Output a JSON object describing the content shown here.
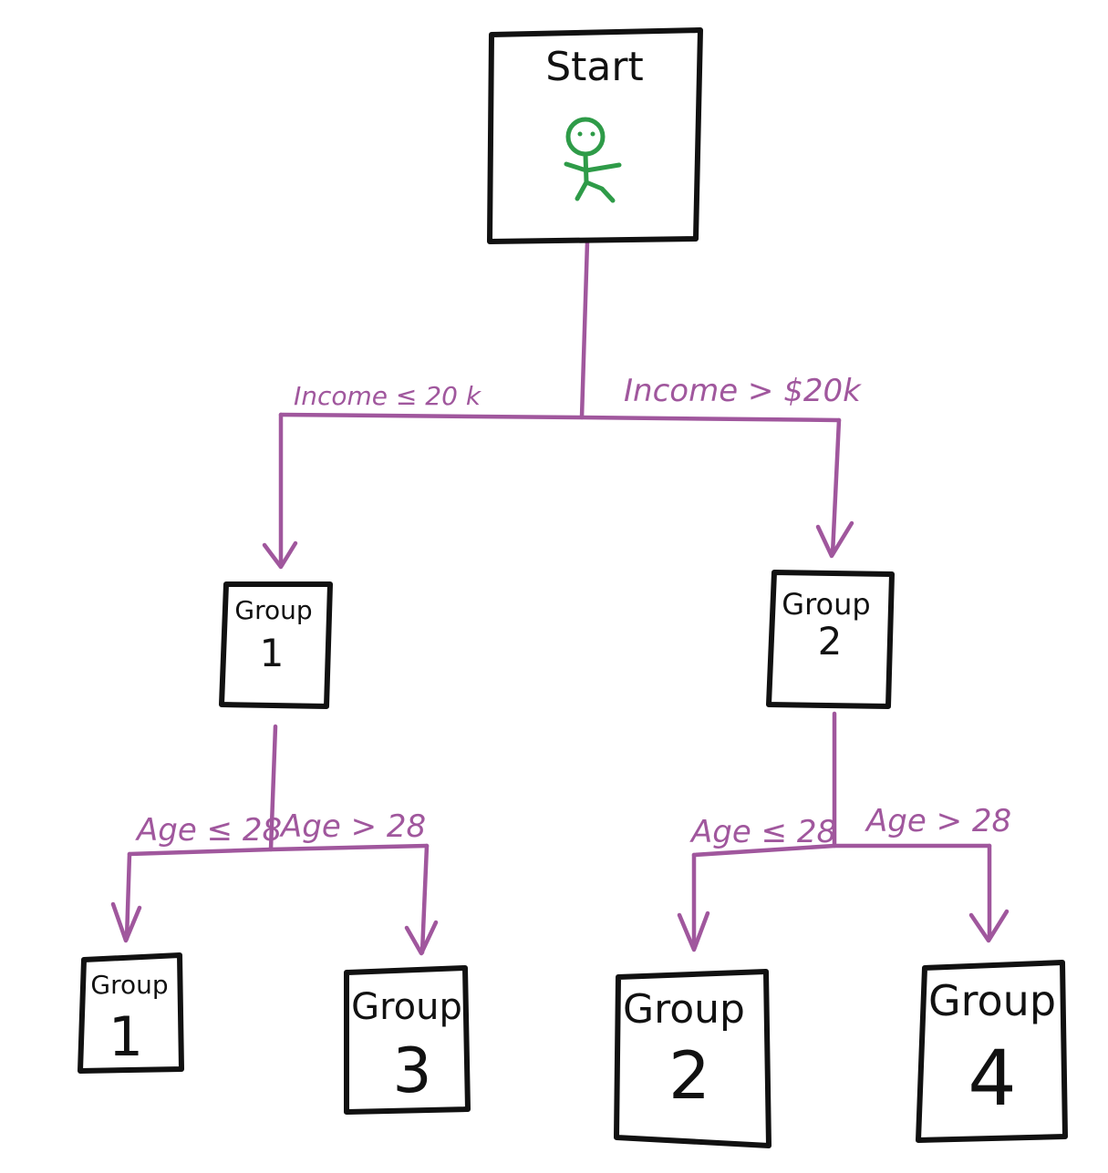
{
  "colors": {
    "edge": "#a0579d",
    "box": "#111111",
    "figure": "#2e9b48"
  },
  "root": {
    "label": "Start",
    "icon": "person-icon"
  },
  "split_1": {
    "left_label": "Income ≤ 20 k",
    "right_label": "Income > $20k"
  },
  "level_1": {
    "left": {
      "word": "Group",
      "number": "1"
    },
    "right": {
      "word": "Group",
      "number": "2"
    }
  },
  "split_2_left": {
    "left_label": "Age ≤ 28",
    "right_label": "Age > 28"
  },
  "split_2_right": {
    "left_label": "Age ≤ 28",
    "right_label": "Age > 28"
  },
  "leaves": [
    {
      "word": "Group",
      "number": "1"
    },
    {
      "word": "Group",
      "number": "3"
    },
    {
      "word": "Group",
      "number": "2"
    },
    {
      "word": "Group",
      "number": "4"
    }
  ]
}
